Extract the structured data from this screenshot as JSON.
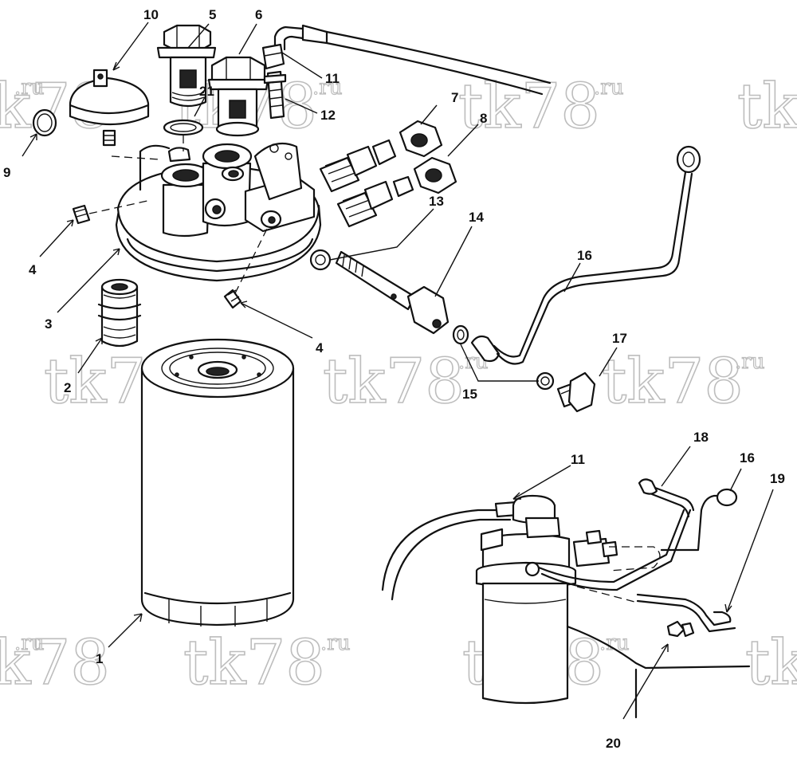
{
  "watermark": {
    "main": "tk78",
    "suffix": ".ru"
  },
  "callouts": {
    "c1": "1",
    "c2": "2",
    "c3": "3",
    "c4a": "4",
    "c4b": "4",
    "c5": "5",
    "c6": "6",
    "c7": "7",
    "c8": "8",
    "c9": "9",
    "c10": "10",
    "c11a": "11",
    "c11b": "11",
    "c12": "12",
    "c13": "13",
    "c14": "14",
    "c15": "15",
    "c16a": "16",
    "c16b": "16",
    "c17": "17",
    "c18": "18",
    "c19": "19",
    "c20": "20",
    "c21": "21"
  },
  "colors": {
    "line": "#111111",
    "watermark": "#bdbdbd",
    "background": "#ffffff"
  }
}
